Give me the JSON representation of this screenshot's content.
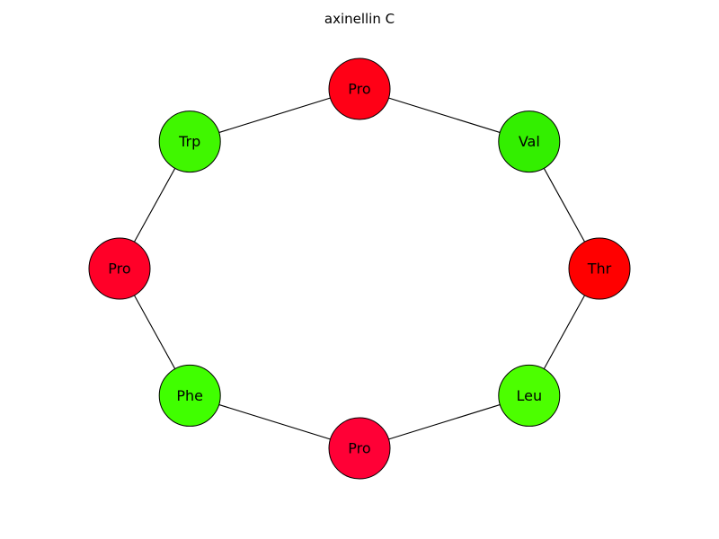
{
  "title": "axinellin C",
  "nodes": [
    {
      "id": "n0",
      "label": "Pro",
      "color": "#ff0016"
    },
    {
      "id": "n1",
      "label": "Val",
      "color": "#33ef00"
    },
    {
      "id": "n2",
      "label": "Thr",
      "color": "#ff0000"
    },
    {
      "id": "n3",
      "label": "Leu",
      "color": "#4cff00"
    },
    {
      "id": "n4",
      "label": "Pro",
      "color": "#ff0036"
    },
    {
      "id": "n5",
      "label": "Phe",
      "color": "#40ff00"
    },
    {
      "id": "n6",
      "label": "Pro",
      "color": "#ff0028"
    },
    {
      "id": "n7",
      "label": "Trp",
      "color": "#40f700"
    }
  ],
  "edges": [
    [
      "n0",
      "n1"
    ],
    [
      "n1",
      "n2"
    ],
    [
      "n2",
      "n3"
    ],
    [
      "n3",
      "n4"
    ],
    [
      "n4",
      "n5"
    ],
    [
      "n5",
      "n6"
    ],
    [
      "n6",
      "n7"
    ],
    [
      "n7",
      "n0"
    ]
  ]
}
